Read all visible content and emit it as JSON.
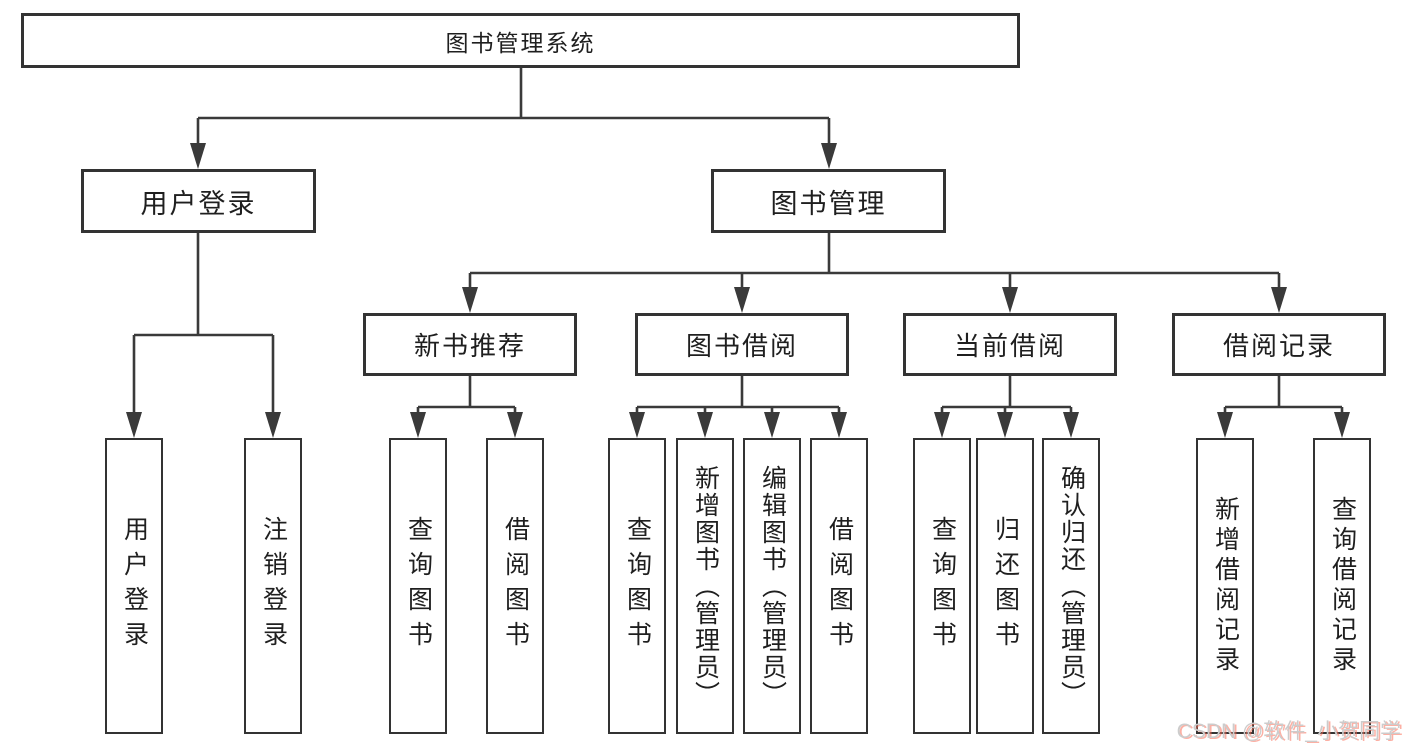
{
  "diagram_title": "图书管理系统",
  "tree": {
    "root": {
      "label": "图书管理系统",
      "children": [
        {
          "label": "用户登录",
          "children": [
            {
              "label": "用户登录"
            },
            {
              "label": "注销登录"
            }
          ]
        },
        {
          "label": "图书管理",
          "children": [
            {
              "label": "新书推荐",
              "children": [
                {
                  "label": "查询图书"
                },
                {
                  "label": "借阅图书"
                }
              ]
            },
            {
              "label": "图书借阅",
              "children": [
                {
                  "label": "查询图书"
                },
                {
                  "label": "新增图书（管理员）"
                },
                {
                  "label": "编辑图书（管理员）"
                },
                {
                  "label": "借阅图书"
                }
              ]
            },
            {
              "label": "当前借阅",
              "children": [
                {
                  "label": "查询图书"
                },
                {
                  "label": "归还图书"
                },
                {
                  "label": "确认归还（管理员）"
                }
              ]
            },
            {
              "label": "借阅记录",
              "children": [
                {
                  "label": "新增借阅记录"
                },
                {
                  "label": "查询借阅记录"
                }
              ]
            }
          ]
        }
      ]
    }
  },
  "watermark": "CSDN @软件_小贺同学",
  "colors": {
    "line": "#3a3a3a",
    "box_border": "#333333",
    "text": "#1f1f1f",
    "background": "#ffffff",
    "watermark_gray": "#cccccc",
    "watermark_accent": "#fa6f5a"
  }
}
